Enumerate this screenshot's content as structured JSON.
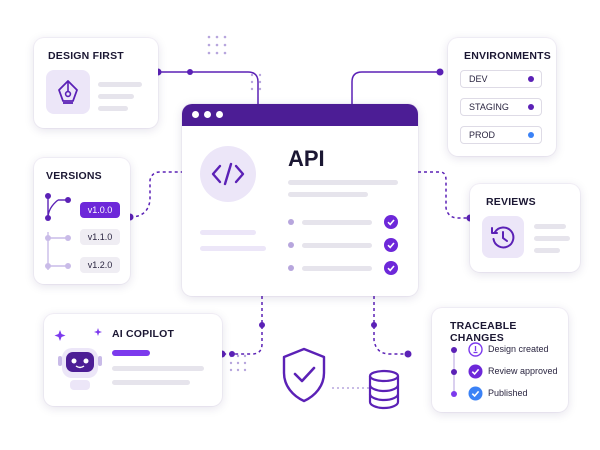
{
  "colors": {
    "accent": "#5b21b6",
    "accent_light": "#ece6f8",
    "muted_bar": "#e6e4ec",
    "blue_dot": "#3b82f6"
  },
  "design_first": {
    "title": "DESIGN FIRST",
    "icon": "pen-nib-icon"
  },
  "environments": {
    "title": "ENVIRONMENTS",
    "items": [
      {
        "label": "DEV",
        "dot": "purple"
      },
      {
        "label": "STAGING",
        "dot": "purple"
      },
      {
        "label": "PROD",
        "dot": "blue"
      }
    ]
  },
  "versions": {
    "title": "VERSIONS",
    "items": [
      {
        "label": "v1.0.0",
        "active": true
      },
      {
        "label": "v1.1.0",
        "active": false
      },
      {
        "label": "v1.2.0",
        "active": false
      }
    ]
  },
  "api_window": {
    "title": "API",
    "icon": "code-brackets-icon",
    "checks": 3
  },
  "reviews": {
    "title": "REVIEWS",
    "icon": "history-icon"
  },
  "ai_copilot": {
    "title": "AI COPILOT",
    "icon": "robot-icon"
  },
  "traceable_changes": {
    "title": "TRACEABLE CHANGES",
    "items": [
      {
        "label": "Design created",
        "icon": "pen-circle-icon"
      },
      {
        "label": "Review approved",
        "icon": "check-circle-icon"
      },
      {
        "label": "Published",
        "icon": "check-circle-blue-icon"
      }
    ]
  },
  "center_icons": [
    "shield-check-icon",
    "database-icon"
  ]
}
